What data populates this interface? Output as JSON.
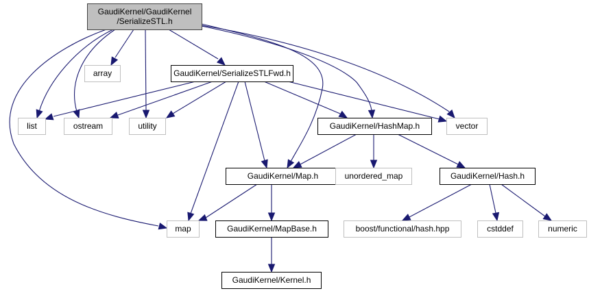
{
  "diagram": {
    "type": "include-dependency-graph",
    "colors": {
      "edge": "#191970",
      "root_fill": "#bfbfbf",
      "root_border": "#404040",
      "documented_border": "#000000",
      "external_border": "#bfbfbf"
    },
    "nodes": [
      {
        "id": "root",
        "lines": [
          "GaudiKernel/GaudiKernel",
          "/SerializeSTL.h"
        ],
        "kind": "root"
      },
      {
        "id": "array",
        "lines": [
          "array"
        ],
        "kind": "external"
      },
      {
        "id": "fwd",
        "lines": [
          "GaudiKernel/SerializeSTLFwd.h"
        ],
        "kind": "documented"
      },
      {
        "id": "list",
        "lines": [
          "list"
        ],
        "kind": "external"
      },
      {
        "id": "ostream",
        "lines": [
          "ostream"
        ],
        "kind": "external"
      },
      {
        "id": "utility",
        "lines": [
          "utility"
        ],
        "kind": "external"
      },
      {
        "id": "hashmap",
        "lines": [
          "GaudiKernel/HashMap.h"
        ],
        "kind": "documented"
      },
      {
        "id": "vector",
        "lines": [
          "vector"
        ],
        "kind": "external"
      },
      {
        "id": "maph",
        "lines": [
          "GaudiKernel/Map.h"
        ],
        "kind": "documented"
      },
      {
        "id": "unordered_map",
        "lines": [
          "unordered_map"
        ],
        "kind": "external"
      },
      {
        "id": "hash",
        "lines": [
          "GaudiKernel/Hash.h"
        ],
        "kind": "documented"
      },
      {
        "id": "map",
        "lines": [
          "map"
        ],
        "kind": "external"
      },
      {
        "id": "mapbase",
        "lines": [
          "GaudiKernel/MapBase.h"
        ],
        "kind": "documented"
      },
      {
        "id": "boost",
        "lines": [
          "boost/functional/hash.hpp"
        ],
        "kind": "external"
      },
      {
        "id": "cstddef",
        "lines": [
          "cstddef"
        ],
        "kind": "external"
      },
      {
        "id": "numeric",
        "lines": [
          "numeric"
        ],
        "kind": "external"
      },
      {
        "id": "kernel",
        "lines": [
          "GaudiKernel/Kernel.h"
        ],
        "kind": "documented"
      }
    ],
    "edges": [
      {
        "from": "root",
        "to": "array"
      },
      {
        "from": "root",
        "to": "fwd"
      },
      {
        "from": "root",
        "to": "list"
      },
      {
        "from": "root",
        "to": "ostream"
      },
      {
        "from": "root",
        "to": "utility"
      },
      {
        "from": "root",
        "to": "map"
      },
      {
        "from": "root",
        "to": "maph"
      },
      {
        "from": "root",
        "to": "hashmap"
      },
      {
        "from": "root",
        "to": "vector"
      },
      {
        "from": "fwd",
        "to": "list"
      },
      {
        "from": "fwd",
        "to": "ostream"
      },
      {
        "from": "fwd",
        "to": "utility"
      },
      {
        "from": "fwd",
        "to": "map"
      },
      {
        "from": "fwd",
        "to": "maph"
      },
      {
        "from": "fwd",
        "to": "hashmap"
      },
      {
        "from": "fwd",
        "to": "vector"
      },
      {
        "from": "hashmap",
        "to": "maph"
      },
      {
        "from": "hashmap",
        "to": "unordered_map"
      },
      {
        "from": "hashmap",
        "to": "hash"
      },
      {
        "from": "maph",
        "to": "map"
      },
      {
        "from": "maph",
        "to": "mapbase"
      },
      {
        "from": "mapbase",
        "to": "kernel"
      },
      {
        "from": "hash",
        "to": "boost"
      },
      {
        "from": "hash",
        "to": "cstddef"
      },
      {
        "from": "hash",
        "to": "numeric"
      }
    ]
  }
}
